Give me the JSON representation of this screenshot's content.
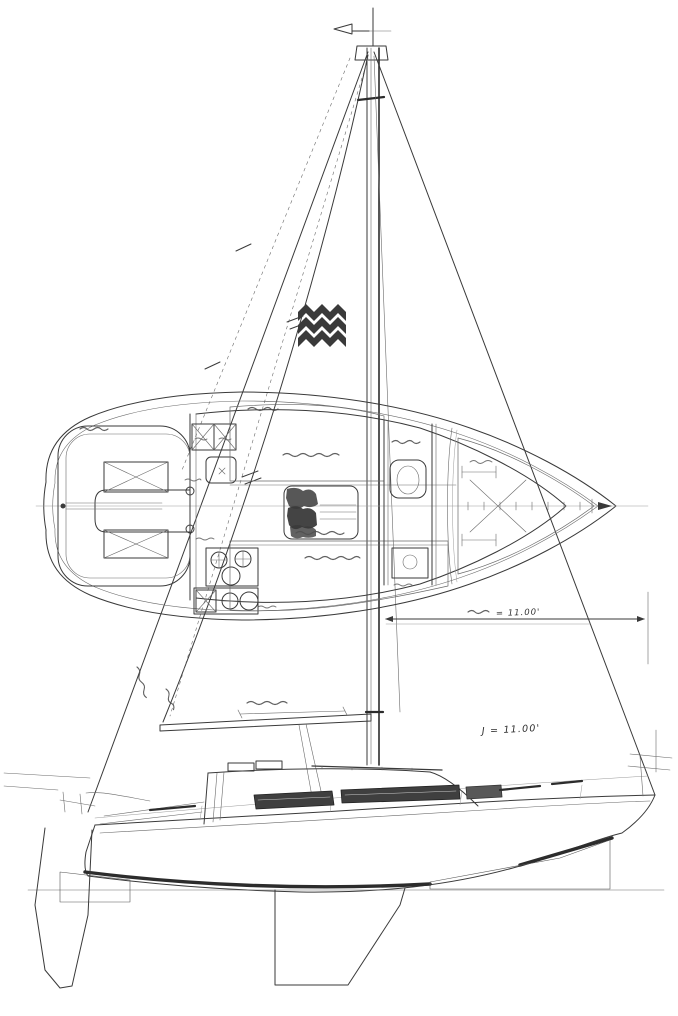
{
  "page": {
    "background_color": "#ffffff",
    "ink_color": "#3a3a3a",
    "accent_dark": "#2c2c2c"
  },
  "drawing": {
    "annotations": {
      "foretriangle_dimension": "= 11.00'",
      "j_dimension": "J = 11.00'"
    },
    "icons": {
      "sail_insignia": "double-wave-zigzag",
      "wind_vane": "masthead-wind-vane"
    }
  }
}
